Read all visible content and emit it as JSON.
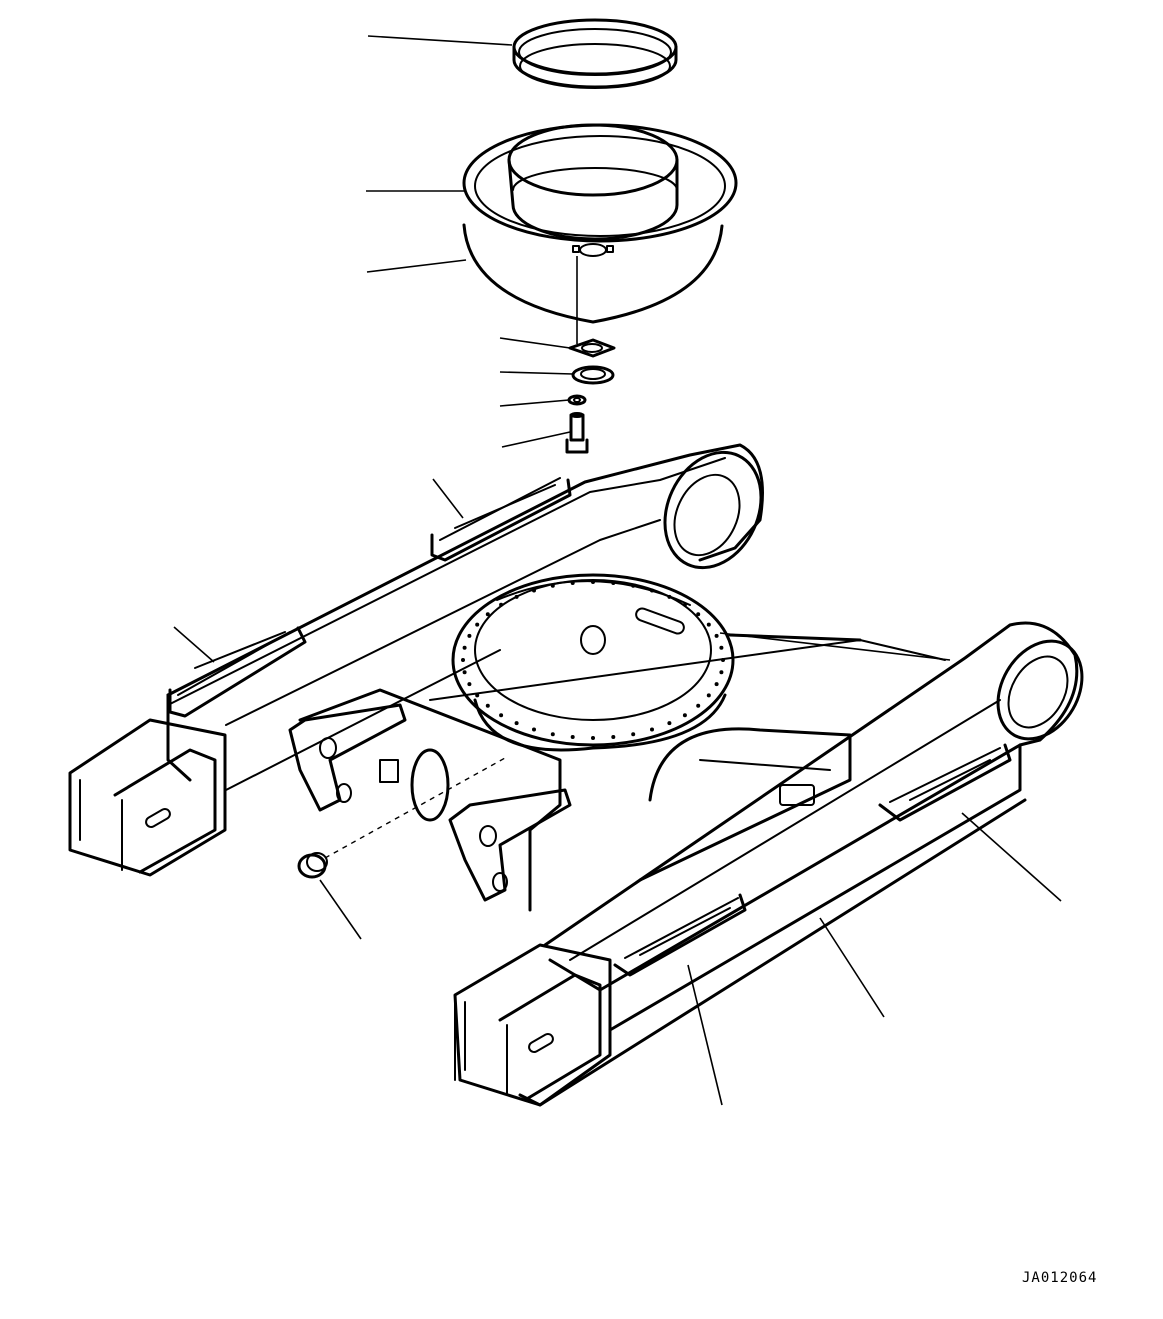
{
  "diagram": {
    "drawing_code": "JA012064",
    "colors": {
      "line": "#000000",
      "background": "#ffffff"
    },
    "parts": [
      {
        "name": "seal-ring"
      },
      {
        "name": "swing-circle-cover-upper"
      },
      {
        "name": "swing-circle-cover-lower"
      },
      {
        "name": "gasket"
      },
      {
        "name": "plate"
      },
      {
        "name": "washer"
      },
      {
        "name": "bolt"
      },
      {
        "name": "grease-fitting"
      },
      {
        "name": "track-frame"
      }
    ]
  }
}
